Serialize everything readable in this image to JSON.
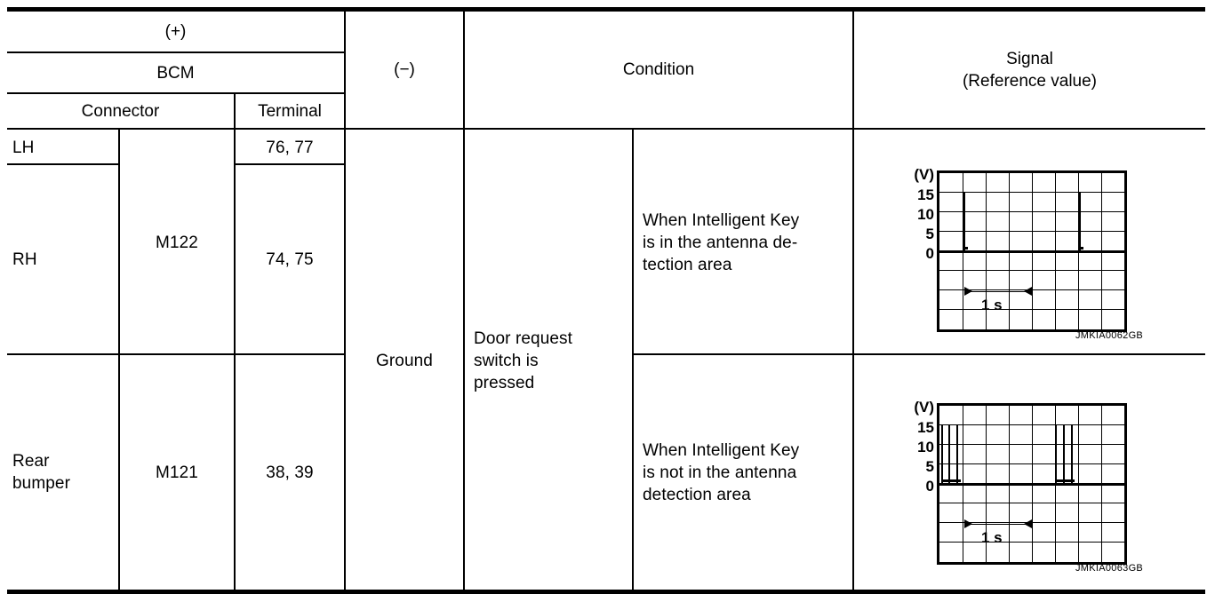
{
  "table": {
    "header": {
      "plus": "(+)",
      "bcm": "BCM",
      "connector": "Connector",
      "terminal": "Terminal",
      "minus": "(−)",
      "condition": "Condition",
      "signal_line1": "Signal",
      "signal_line2": "(Reference value)"
    },
    "rows": [
      {
        "connector_location": "LH",
        "connector": "M122",
        "terminal": "76, 77"
      },
      {
        "connector_location": "RH",
        "connector": "M122",
        "terminal": "74, 75"
      },
      {
        "connector_location": "Rear\nbumper",
        "connector": "M121",
        "terminal": "38, 39"
      }
    ],
    "ground": "Ground",
    "condition_main": "Door request\nswitch is\npressed",
    "conditions": [
      "When Intelligent Key\nis in the antenna de-\ntection area",
      "When Intelligent Key\nis not in the antenna\ndetection area"
    ]
  },
  "figures": [
    {
      "code": "JMKIA0062GB",
      "unit": "(V)",
      "y_ticks": [
        "15",
        "10",
        "5",
        "0"
      ],
      "time_label": "1 s",
      "chart_data": {
        "type": "line",
        "title": "",
        "xlabel": "1 s",
        "ylabel": "(V)",
        "ylim": [
          -20,
          20
        ],
        "y_tick_values": [
          15,
          10,
          5,
          0
        ],
        "grid": true,
        "grid_cols": 8,
        "grid_rows": 8,
        "pulse_bursts": [
          {
            "start_col": 1.0,
            "pulses": 1,
            "peak_v": 14
          },
          {
            "start_col": 5.95,
            "pulses": 1,
            "peak_v": 14
          }
        ],
        "time_span_cols": 3
      }
    },
    {
      "code": "JMKIA0063GB",
      "unit": "(V)",
      "y_ticks": [
        "15",
        "10",
        "5",
        "0"
      ],
      "time_label": "1 s",
      "chart_data": {
        "type": "line",
        "title": "",
        "xlabel": "1 s",
        "ylabel": "(V)",
        "ylim": [
          -20,
          20
        ],
        "y_tick_values": [
          15,
          10,
          5,
          0
        ],
        "grid": true,
        "grid_cols": 8,
        "grid_rows": 8,
        "pulse_bursts": [
          {
            "start_col": 0.05,
            "pulses": 3,
            "peak_v": 14
          },
          {
            "start_col": 4.95,
            "pulses": 3,
            "peak_v": 14
          }
        ],
        "time_span_cols": 3
      }
    }
  ]
}
